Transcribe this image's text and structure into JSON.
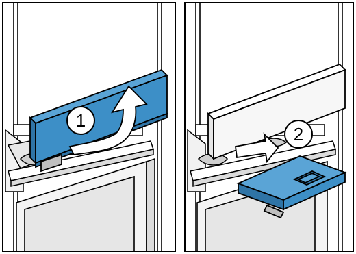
{
  "steps": [
    {
      "number": "1",
      "action": "lift-cover"
    },
    {
      "number": "2",
      "action": "remove-tray"
    }
  ],
  "colors": {
    "highlight": "#3d8fc7",
    "highlight_dark": "#2f74a6",
    "line": "#000000",
    "appliance_fill": "#f2f2f2",
    "glass_fill": "#e6e6e6",
    "background": "#ffffff"
  },
  "icons": {
    "step1_arrow": "curved-up-arrow-icon",
    "step2_arrow": "diagonal-pull-arrow-icon"
  }
}
